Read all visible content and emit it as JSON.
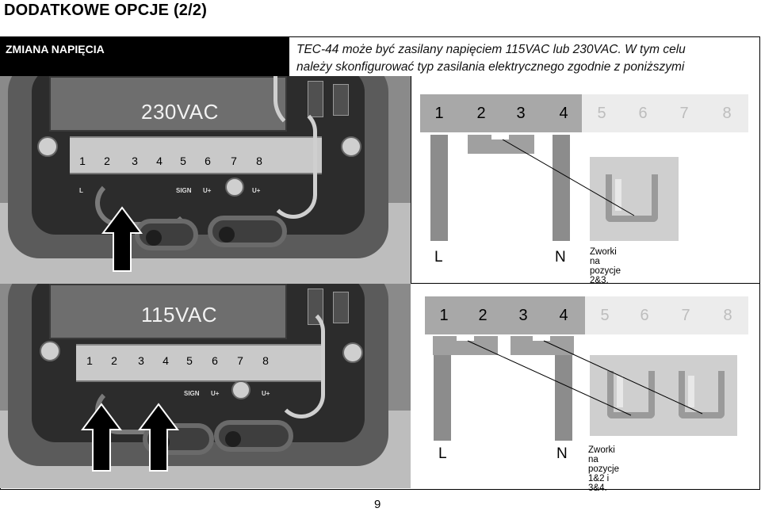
{
  "page": {
    "title": "DODATKOWE OPCJE (2/2)",
    "number": "9"
  },
  "section": {
    "label": "ZMIANA NAPIĘCIA",
    "intro_line1": "TEC-44 może być zasilany napięciem 115VAC lub 230VAC. W tym celu",
    "intro_line2": "należy skonfigurować typ zasilania elektrycznego zgodnie z poniższymi"
  },
  "terminals": [
    "1",
    "2",
    "3",
    "4",
    "5",
    "6",
    "7",
    "8"
  ],
  "photo_labels": [
    "L",
    "SIGN",
    "U+",
    "U+"
  ],
  "top": {
    "voltage": "230VAC",
    "line_label": "L",
    "neutral_label": "N",
    "caption": "Zworki na pozycje 2&3."
  },
  "bottom": {
    "voltage": "115VAC",
    "line_label": "L",
    "neutral_label": "N",
    "caption": "Zworki na pozycje  1&2 i 3&4."
  },
  "colors": {
    "terminal_active": "#a8a8a8",
    "terminal_inactive": "#ececec",
    "label_bg": "#000000"
  }
}
